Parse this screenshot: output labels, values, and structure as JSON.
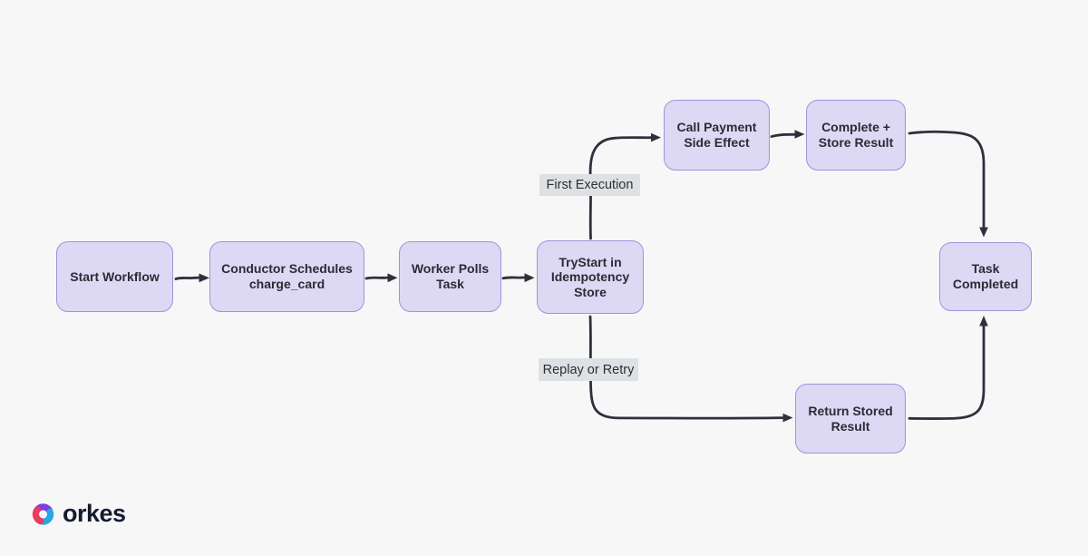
{
  "colors": {
    "background": "#f7f7f8",
    "node_fill": "#ddd8f4",
    "node_border": "#a491d9",
    "node_text": "#2b2b35",
    "edge": "#30303c",
    "edge_label_bg": "#dee1e3",
    "edge_label_text": "#2e2e38",
    "logo_text_color": "#161a30",
    "logo_purple": "#7a3fe4",
    "logo_red": "#ea3d5d",
    "logo_blue": "#29a8e0"
  },
  "diagram": {
    "nodes": [
      {
        "id": "start-workflow",
        "label": "Start Workflow"
      },
      {
        "id": "conductor-schedules",
        "label": "Conductor Schedules charge_card"
      },
      {
        "id": "worker-polls-task",
        "label": "Worker Polls Task"
      },
      {
        "id": "trystart-idempotency",
        "label": "TryStart in Idempotency Store"
      },
      {
        "id": "call-payment",
        "label": "Call Payment Side Effect"
      },
      {
        "id": "complete-store",
        "label": "Complete + Store Result"
      },
      {
        "id": "task-completed",
        "label": "Task Completed"
      },
      {
        "id": "return-stored",
        "label": "Return Stored Result"
      }
    ],
    "edge_labels": [
      {
        "id": "first-execution",
        "label": "First Execution"
      },
      {
        "id": "replay-or-retry",
        "label": "Replay or Retry"
      }
    ],
    "edges": [
      {
        "from": "start-workflow",
        "to": "conductor-schedules"
      },
      {
        "from": "conductor-schedules",
        "to": "worker-polls-task"
      },
      {
        "from": "worker-polls-task",
        "to": "trystart-idempotency"
      },
      {
        "from": "trystart-idempotency",
        "to": "call-payment",
        "label": "First Execution"
      },
      {
        "from": "call-payment",
        "to": "complete-store"
      },
      {
        "from": "complete-store",
        "to": "task-completed"
      },
      {
        "from": "trystart-idempotency",
        "to": "return-stored",
        "label": "Replay or Retry"
      },
      {
        "from": "return-stored",
        "to": "task-completed"
      }
    ]
  },
  "branding": {
    "logo_text": "orkes",
    "logo_icon": "orkes-triangle-swirl"
  }
}
